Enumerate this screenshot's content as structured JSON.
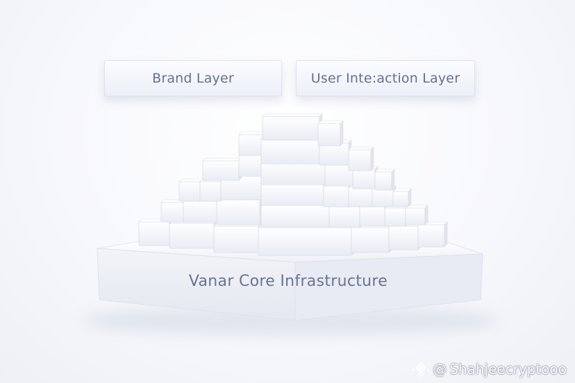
{
  "layers": {
    "brand": "Brand Layer",
    "user_interaction": "User Inte:action Layer",
    "core": "Vanar Core Infrastructure"
  },
  "watermark": {
    "at": "@",
    "handle": "Shahjeecryptooo"
  },
  "colors": {
    "brick_top": "#ffffff",
    "brick_front": "#eef0f7",
    "brick_edge": "#d9dde8",
    "label_text": "#66708c"
  }
}
